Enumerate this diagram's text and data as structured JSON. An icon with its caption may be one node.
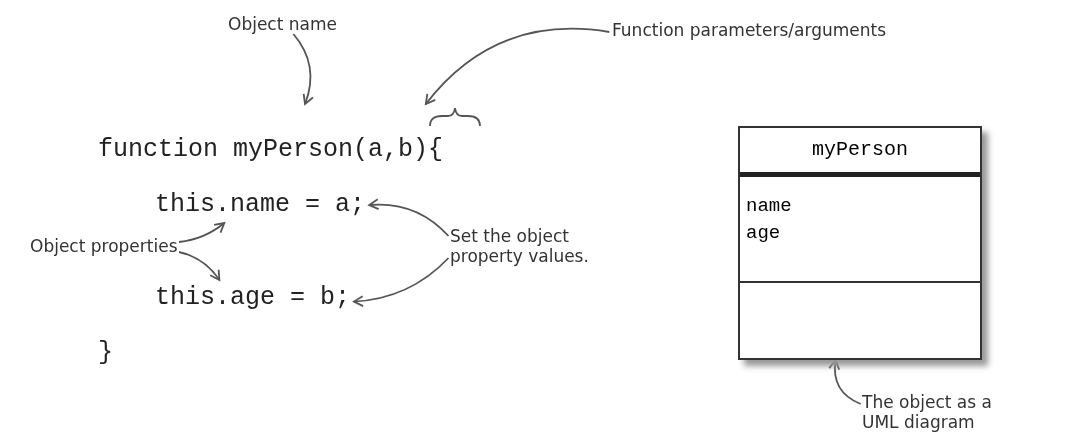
{
  "diagram": {
    "nodes": [
      {
        "text": [
          "Object name"
        ]
      },
      {
        "text": [
          "Function parameters/arguments"
        ]
      },
      {
        "text": [
          "function myPerson(a,b){"
        ]
      },
      {
        "text": [
          "this.name = a;"
        ]
      },
      {
        "text": [
          "Object properties"
        ]
      },
      {
        "text": [
          "Set the object property values."
        ]
      },
      {
        "text": [
          "this.age = b;"
        ]
      },
      {
        "text": [
          "}"
        ]
      },
      {
        "text": [
          "myPerson",
          "name",
          "age"
        ]
      },
      {
        "text": [
          "The object as a UML diagram"
        ]
      }
    ],
    "edges": [
      {
        "from": 0,
        "to": 2,
        "arrow": "to"
      },
      {
        "from": 1,
        "to": 2,
        "arrow": "to"
      },
      {
        "from": 4,
        "to": 3,
        "arrow": "to"
      },
      {
        "from": 4,
        "to": 6,
        "arrow": "to"
      },
      {
        "from": 5,
        "to": 3,
        "arrow": "to"
      },
      {
        "from": 5,
        "to": 6,
        "arrow": "to"
      },
      {
        "from": 9,
        "to": 8,
        "arrow": "to"
      }
    ]
  }
}
